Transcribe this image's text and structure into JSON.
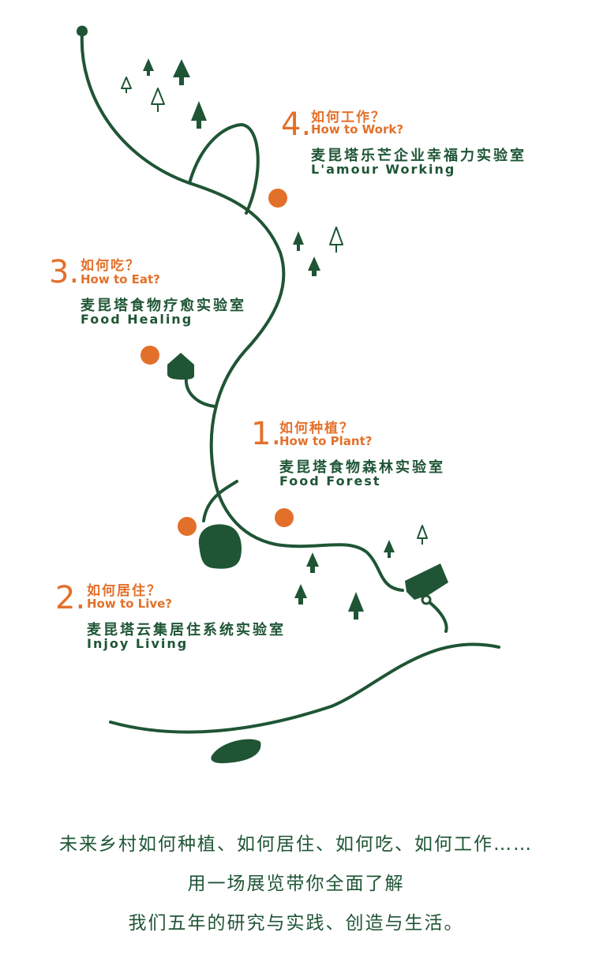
{
  "colors": {
    "path": "#1f5535",
    "accent": "#e3702a",
    "background": "#ffffff"
  },
  "stops": [
    {
      "number": "4.",
      "question_cn": "如何工作？",
      "question_en": "How to Work?",
      "lab_cn": "麦昆塔乐芒企业幸福力实验室",
      "lab_en": "L'amour Working"
    },
    {
      "number": "3.",
      "question_cn": "如何吃？",
      "question_en": "How to Eat?",
      "lab_cn": "麦昆塔食物疗愈实验室",
      "lab_en": "Food Healing"
    },
    {
      "number": "1.",
      "question_cn": "如何种植？",
      "question_en": "How to Plant?",
      "lab_cn": "麦昆塔食物森林实验室",
      "lab_en": "Food Forest"
    },
    {
      "number": "2.",
      "question_cn": "如何居住？",
      "question_en": "How to Live?",
      "lab_cn": "麦昆塔云集居住系统实验室",
      "lab_en": "Injoy Living"
    }
  ],
  "caption": {
    "line1": "未来乡村如何种植、如何居住、如何吃、如何工作……",
    "line2": "用一场展览带你全面了解",
    "line3": "我们五年的研究与实践、创造与生活。"
  }
}
